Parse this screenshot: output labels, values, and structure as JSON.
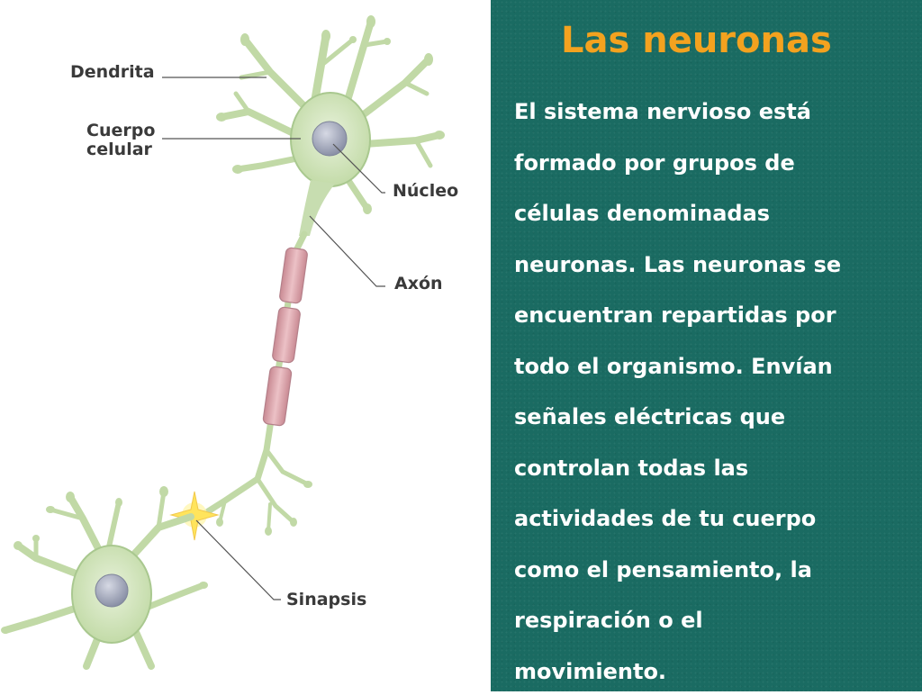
{
  "diagram": {
    "labels": {
      "dendrita": "Dendrita",
      "cuerpo_celular": [
        "Cuerpo",
        "celular"
      ],
      "nucleo": "Núcleo",
      "axon": "Axón",
      "sinapsis": "Sinapsis"
    },
    "colors": {
      "neuron_fill": "#c9dfb0",
      "neuron_stroke": "#9fbf86",
      "nucleus": "#9aa0b4",
      "myelin": "#d9a0a8",
      "leader_line": "#555555",
      "synapse_spark": "#ffe45c"
    }
  },
  "panel": {
    "title": "Las neuronas",
    "body_lines": [
      "El sistema nervioso está",
      "formado por grupos de",
      "células denominadas",
      "neuronas. Las neuronas se",
      "encuentran repartidas por",
      "todo el organismo. Envían",
      "señales eléctricas que",
      "controlan todas las",
      "actividades de tu cuerpo",
      "como el pensamiento, la",
      "respiración o el",
      "movimiento."
    ],
    "colors": {
      "background": "#1a6b62",
      "title": "#f3a21f",
      "text": "#ffffff"
    }
  }
}
